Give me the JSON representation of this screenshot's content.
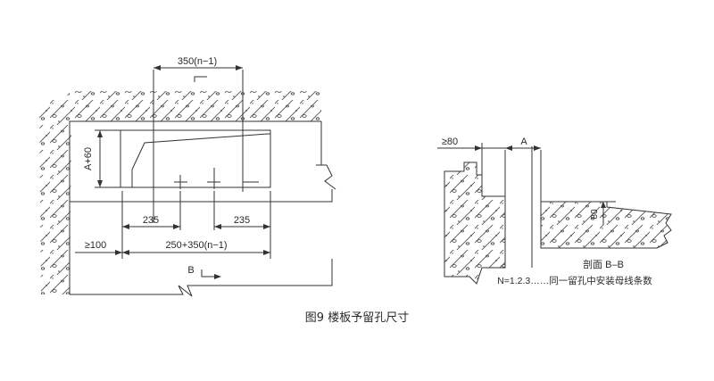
{
  "caption": "图9 楼板予留孔尺寸",
  "plan": {
    "dim_top": "350(n−1)",
    "dim_height": "A+60",
    "dim_left_235": "235",
    "dim_right_235": "235",
    "dim_ge100": "≥100",
    "dim_bottom": "250+350(n−1)",
    "section_mark": "B"
  },
  "section": {
    "dim_ge80": "≥80",
    "dim_A": "A",
    "dim_80": "80",
    "title": "剖面 B–B",
    "note": "N=1.2.3……同一留孔中安装母线条数"
  }
}
